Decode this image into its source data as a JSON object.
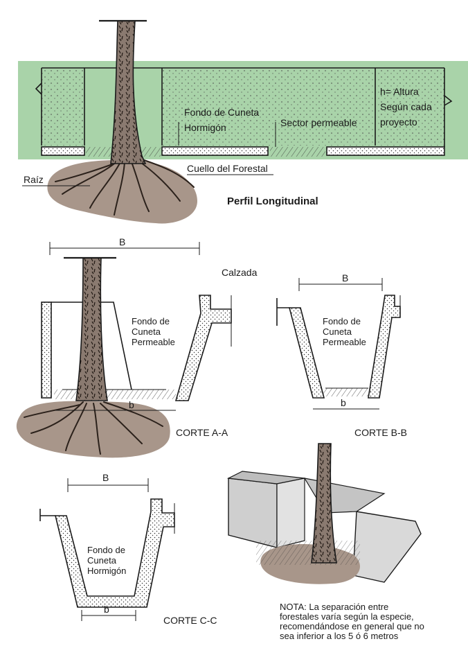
{
  "labels": {
    "perfil": {
      "fondo_hormigon_1": "Fondo de Cuneta",
      "fondo_hormigon_2": "Hormigón",
      "sector_permeable": "Sector permeable",
      "altura_1": "h= Altura",
      "altura_2": "Según cada",
      "altura_3": "proyecto",
      "cuello": "Cuello del Forestal",
      "raiz": "Raíz",
      "titulo": "Perfil Longitudinal"
    },
    "corte_aa": {
      "B": "B",
      "calzada": "Calzada",
      "fondo_1": "Fondo de",
      "fondo_2": "Cuneta",
      "fondo_3": "Permeable",
      "b": "b",
      "titulo": "CORTE A-A"
    },
    "corte_bb": {
      "B": "B",
      "fondo_1": "Fondo de",
      "fondo_2": "Cuneta",
      "fondo_3": "Permeable",
      "b": "b",
      "titulo": "CORTE B-B"
    },
    "corte_cc": {
      "B": "B",
      "fondo_1": "Fondo de",
      "fondo_2": "Cuneta",
      "fondo_3": "Hormigón",
      "b": "b",
      "titulo": "CORTE C-C"
    },
    "nota": {
      "l1": "NOTA: La separación entre",
      "l2": "forestales varía según la especie,",
      "l3": "recomendándose en general que no",
      "l4": "sea inferior a los 5 ó 6 metros"
    }
  },
  "colors": {
    "green_band": "#a9d3a9",
    "soil": "#a8968a",
    "bark": "#8a7a70",
    "perspective_wall": "#cfcfcf"
  }
}
